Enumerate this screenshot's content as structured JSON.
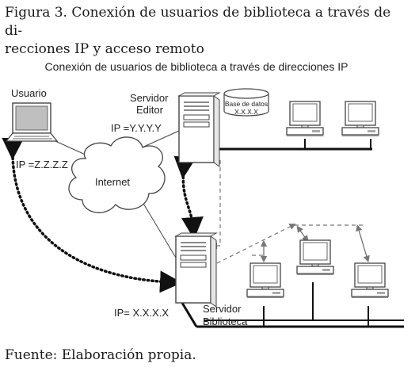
{
  "figure_caption_line1": "Figura 3. Conexión de usuarios de biblioteca a través de di-",
  "figure_caption_line2": "recciones IP y acceso remoto",
  "diagram_title": "Conexión de usuarios de biblioteca a través de direcciones IP",
  "nodes": {
    "usuario": {
      "label": "Usuario",
      "ip": "IP =Z.Z.Z.Z"
    },
    "servidor_editor": {
      "label_line1": "Servidor",
      "label_line2": "Editor",
      "ip": "IP =Y.Y.Y.Y"
    },
    "base_datos": {
      "label_line1": "Base de datos",
      "label_line2": "X.X.X.X"
    },
    "internet": {
      "label": "Internet"
    },
    "servidor_biblioteca": {
      "label_line1": "Servidor",
      "label_line2": "Biblioteca",
      "ip": "IP= X.X.X.X"
    }
  },
  "source_note": "Fuente: Elaboración propia.",
  "colors": {
    "line": "#444444",
    "dashed": "#777777",
    "text": "#222222",
    "screen": "#bfbfbf"
  }
}
